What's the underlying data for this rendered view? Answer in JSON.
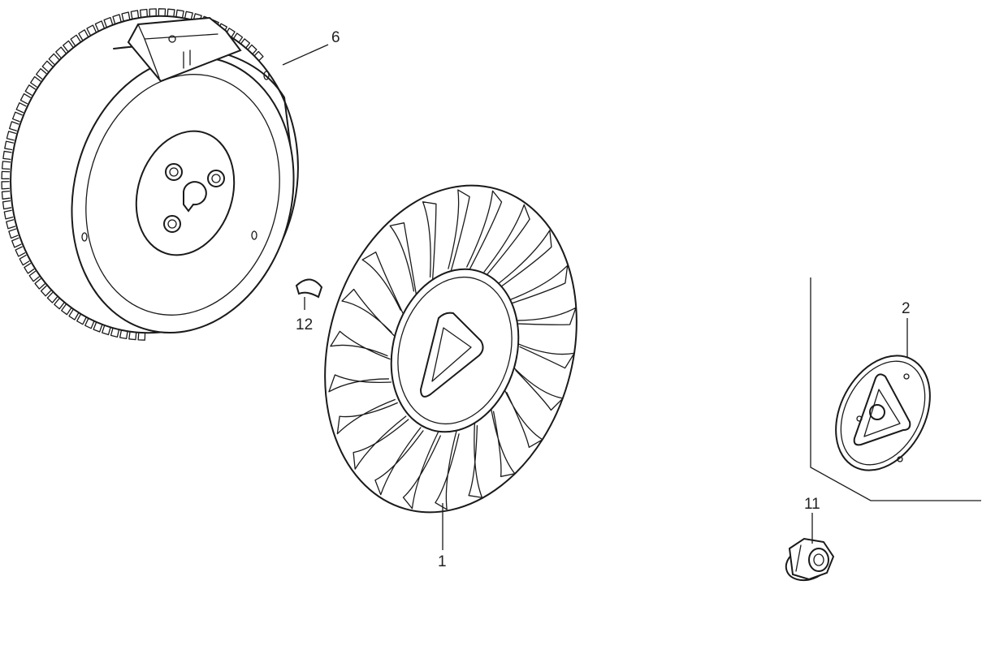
{
  "diagram": {
    "parts": [
      {
        "id": "flywheel",
        "number": "6"
      },
      {
        "id": "fan",
        "number": "1"
      },
      {
        "id": "key",
        "number": "12"
      },
      {
        "id": "pulley-plate",
        "number": "2"
      },
      {
        "id": "nut",
        "number": "11"
      }
    ]
  }
}
